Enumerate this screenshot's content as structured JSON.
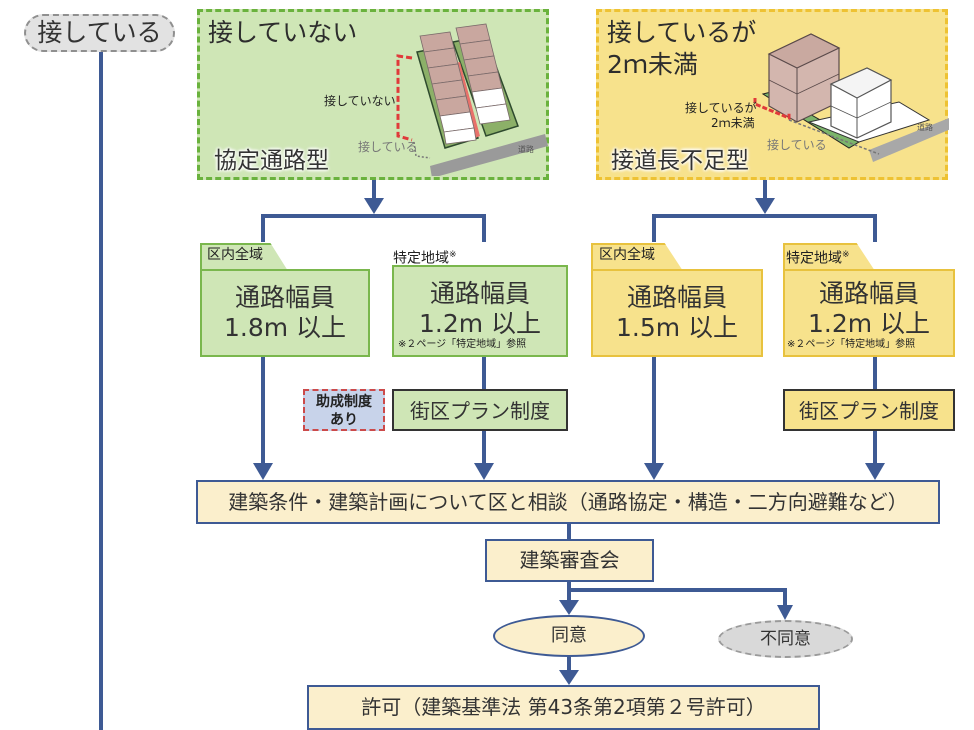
{
  "root": {
    "label": "接している"
  },
  "panels": {
    "no_contact": {
      "title": "接していない",
      "type": "協定通路型",
      "illustration": {
        "label_not_touching": "接していない",
        "label_touching": "接している",
        "road_label": "道路"
      },
      "color": "#cfe6b6",
      "border_color": "#6ab23d"
    },
    "short_contact": {
      "title_line1": "接しているが",
      "title_line2": "2ｍ未満",
      "type": "接道長不足型",
      "illustration": {
        "label_line1": "接しているが",
        "label_line2": "2ｍ未満",
        "label_touching": "接している",
        "road_label": "道路"
      },
      "color": "#f7e28c",
      "border_color": "#eec233"
    }
  },
  "requirements": {
    "green_all": {
      "tab": "区内全域",
      "line1": "通路幅員",
      "line2": "1.8m 以上"
    },
    "green_specific": {
      "tab": "特定地域",
      "tab_mark": "※",
      "line1": "通路幅員",
      "line2": "1.2m 以上",
      "note": "※２ページ「特定地域」参照"
    },
    "yellow_all": {
      "tab": "区内全域",
      "line1": "通路幅員",
      "line2": "1.5m 以上"
    },
    "yellow_specific": {
      "tab": "特定地域",
      "tab_mark": "※",
      "line1": "通路幅員",
      "line2": "1.2m 以上",
      "note": "※２ページ「特定地域」参照"
    }
  },
  "plans": {
    "green": "街区プラン制度",
    "yellow": "街区プラン制度",
    "subsidy_line1": "助成制度",
    "subsidy_line2": "あり"
  },
  "flow": {
    "consult": "建築条件・建築計画について区と相談（通路協定・構造・二方向避難など）",
    "council": "建築審査会",
    "agree": "同意",
    "disagree": "不同意",
    "permit": "許可（建築基準法 第43条第2項第２号許可）"
  },
  "colors": {
    "connector": "#3e5a94",
    "flow_fill": "#fbefcc",
    "subsidy_fill": "#c8d3ea",
    "subsidy_border": "#cc4a4a",
    "neutral_fill": "#e2e2e2"
  }
}
